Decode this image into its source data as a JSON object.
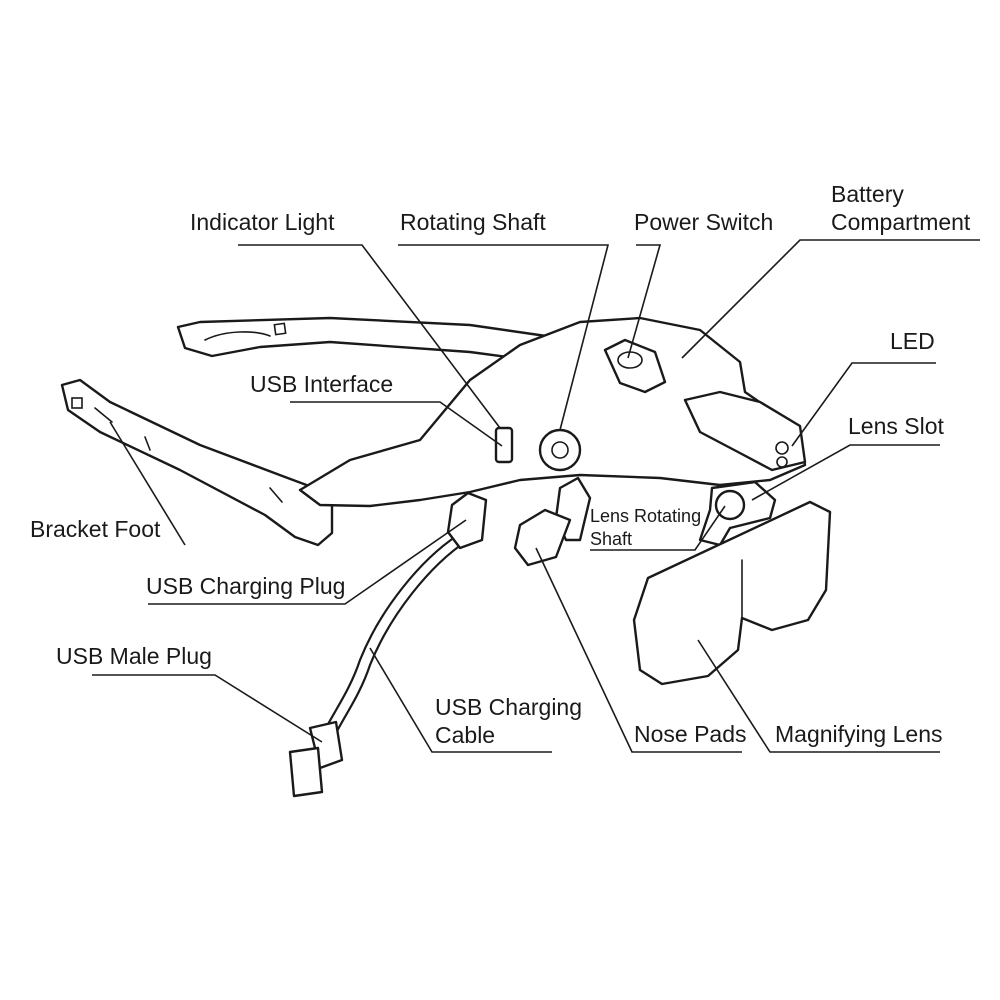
{
  "labels": {
    "indicator_light": "Indicator Light",
    "rotating_shaft": "Rotating Shaft",
    "power_switch": "Power Switch",
    "battery_compartment_line1": "Battery",
    "battery_compartment_line2": "Compartment",
    "led": "LED",
    "lens_slot": "Lens Slot",
    "usb_interface": "USB Interface",
    "bracket_foot": "Bracket Foot",
    "lens_rotating_shaft_line1": "Lens Rotating",
    "lens_rotating_shaft_line2": "Shaft",
    "usb_charging_plug": "USB Charging Plug",
    "usb_male_plug": "USB Male Plug",
    "usb_charging_cable_line1": "USB Charging",
    "usb_charging_cable_line2": "Cable",
    "nose_pads": "Nose Pads",
    "magnifying_lens": "Magnifying Lens"
  }
}
